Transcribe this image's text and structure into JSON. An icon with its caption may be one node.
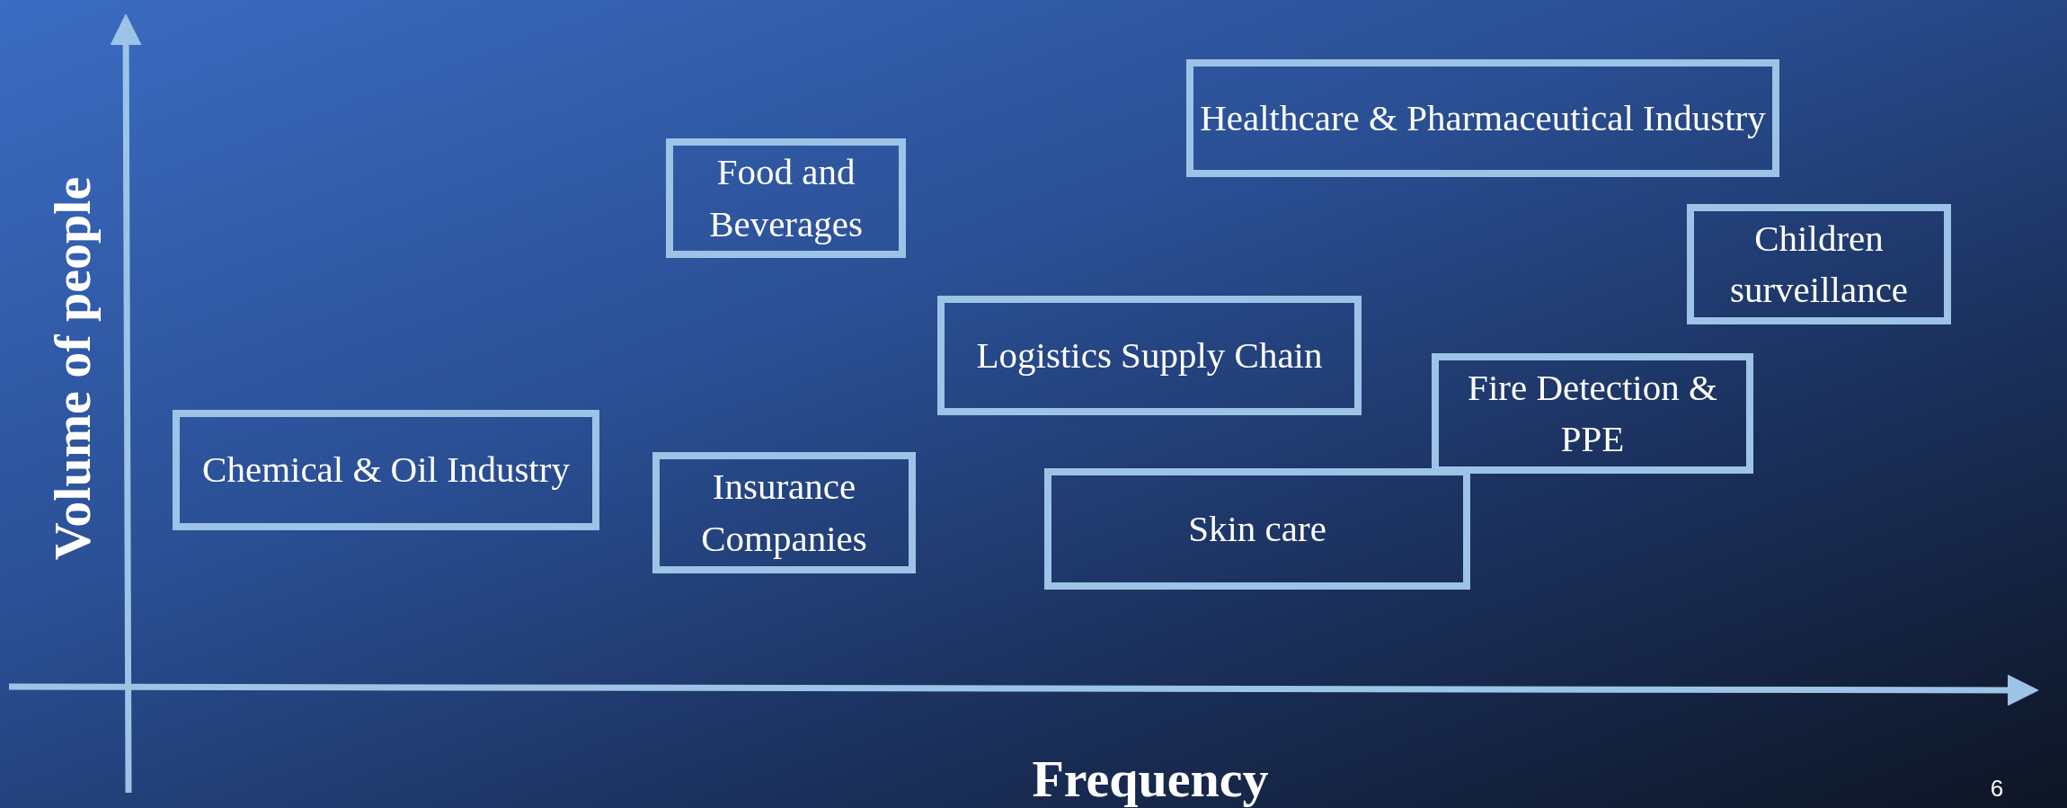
{
  "diagram": {
    "nodes": [
      {
        "text": [
          "Healthcare & Pharmaceutical Industry"
        ]
      },
      {
        "text": [
          "Food and Beverages"
        ]
      },
      {
        "text": [
          "Children surveillance"
        ]
      },
      {
        "text": [
          "Logistics Supply Chain"
        ]
      },
      {
        "text": [
          "Fire Detection & PPE"
        ]
      },
      {
        "text": [
          "Chemical & Oil Industry"
        ]
      },
      {
        "text": [
          "Insurance Companies"
        ]
      },
      {
        "text": [
          "Skin care"
        ]
      }
    ],
    "labels": [
      "Volume of people",
      "Frequency",
      "6"
    ]
  }
}
